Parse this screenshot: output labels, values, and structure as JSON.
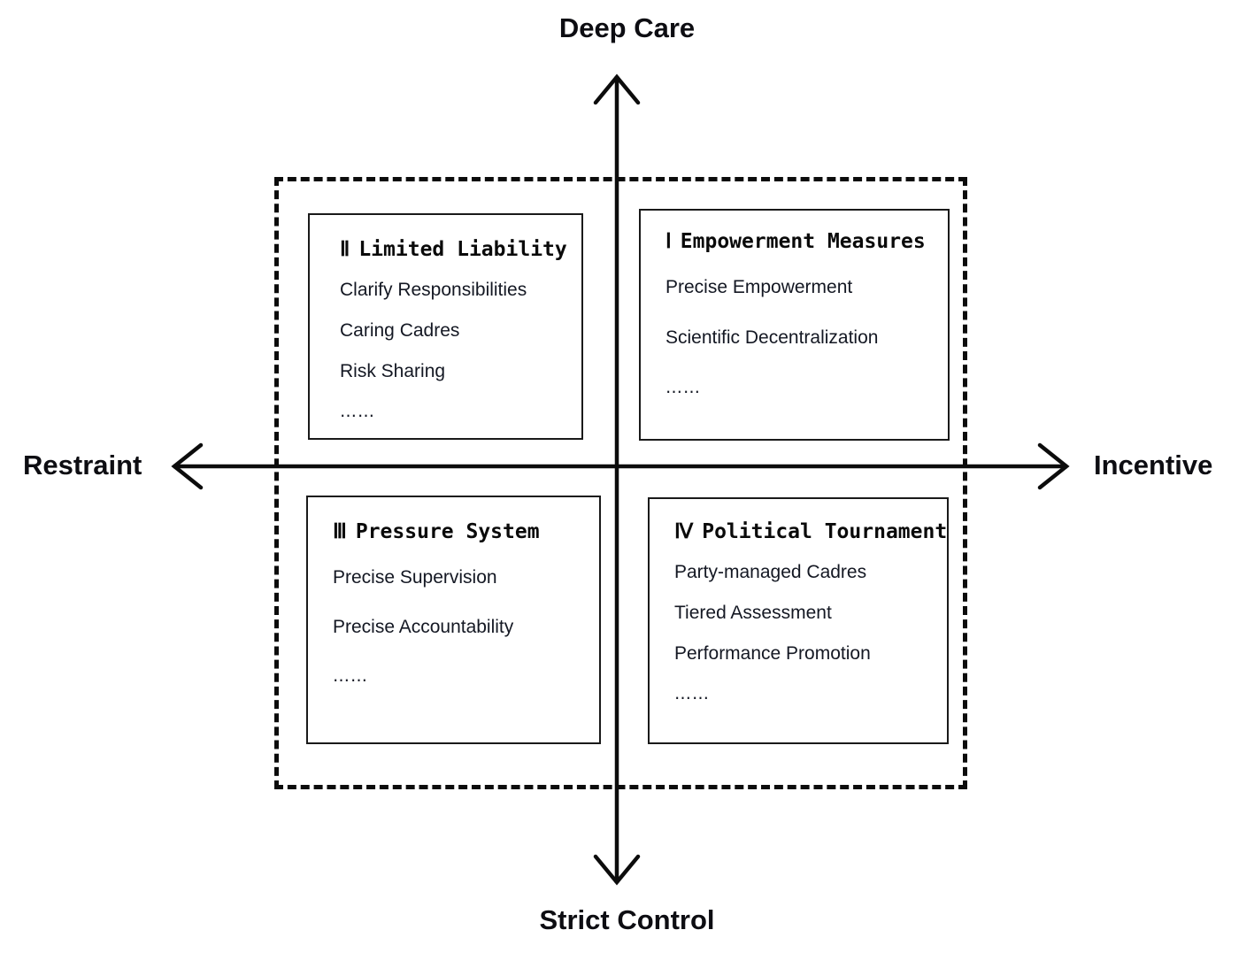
{
  "axes": {
    "top_label": "Deep Care",
    "bottom_label": "Strict Control",
    "left_label": "Restraint",
    "right_label": "Incentive"
  },
  "ellipsis": "……",
  "quadrants": {
    "q1": {
      "numeral": "Ⅰ",
      "title": "Empowerment Measures",
      "items": [
        "Precise Empowerment",
        "Scientific Decentralization"
      ]
    },
    "q2": {
      "numeral": "Ⅱ",
      "title": "Limited Liability",
      "items": [
        "Clarify Responsibilities",
        "Caring Cadres",
        "Risk Sharing"
      ]
    },
    "q3": {
      "numeral": "Ⅲ",
      "title": "Pressure System",
      "items": [
        "Precise Supervision",
        "Precise Accountability"
      ]
    },
    "q4": {
      "numeral": "Ⅳ",
      "title": "Political Tournament",
      "items": [
        "Party-managed Cadres",
        "Tiered Assessment",
        "Performance Promotion"
      ]
    }
  },
  "style": {
    "line_color": "#0c0c0c",
    "text_color": "#141823",
    "background": "#ffffff"
  }
}
